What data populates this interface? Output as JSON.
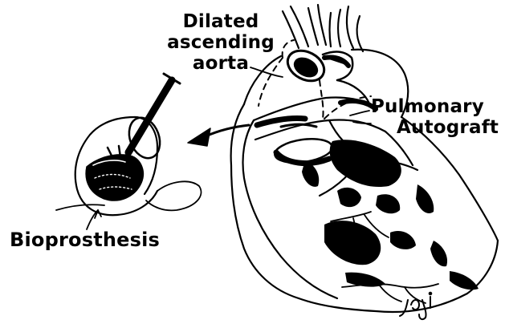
{
  "labels": {
    "dilated_line1": "Dilated",
    "dilated_line2": "ascending",
    "dilated_line3": "aorta",
    "pulmonary_line1": "Pulmonary",
    "pulmonary_line2": "Autograft",
    "bioprosthesis": "Bioprosthesis"
  },
  "colors": {
    "ink": "#000000",
    "paper": "#ffffff"
  }
}
